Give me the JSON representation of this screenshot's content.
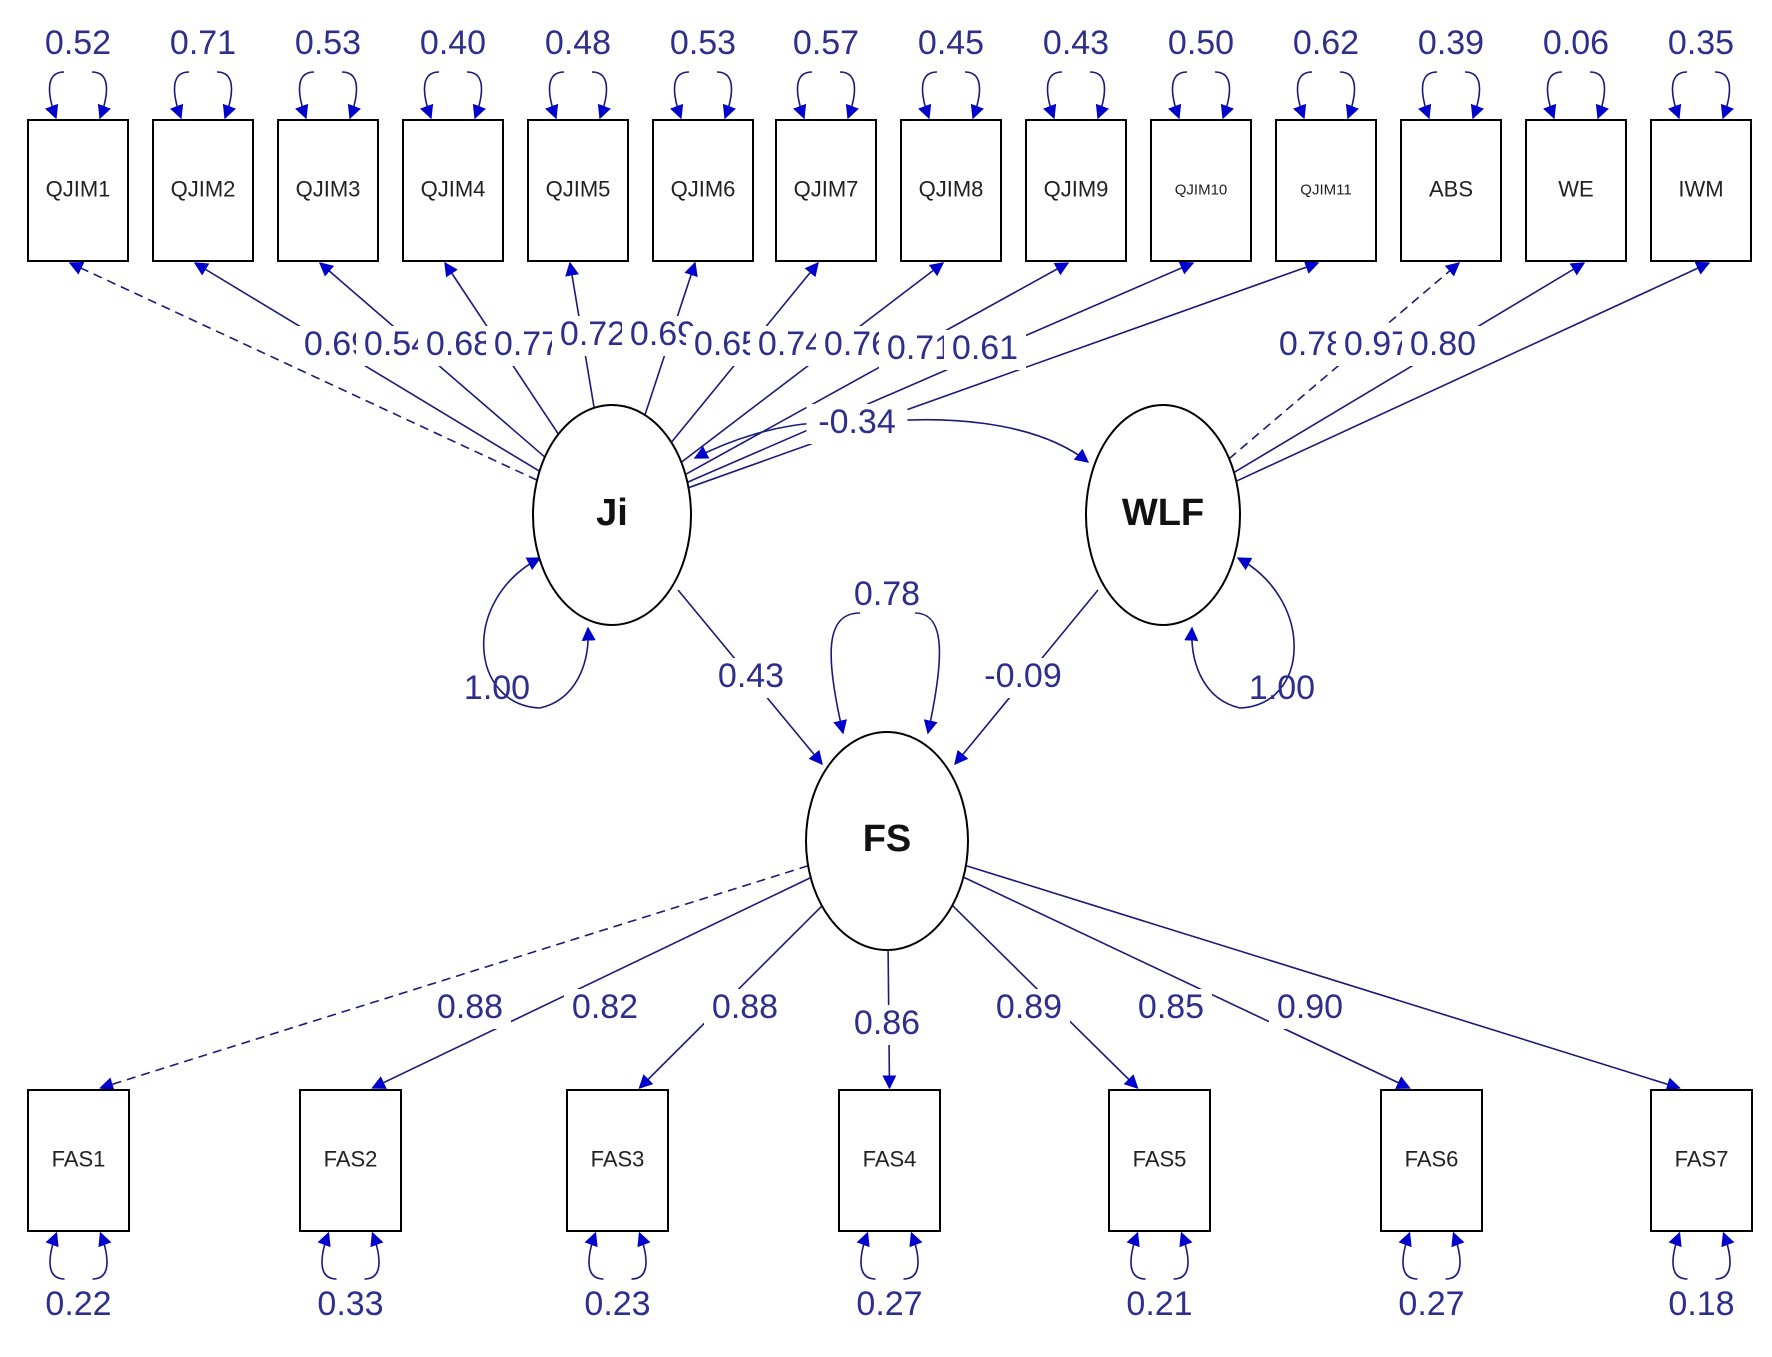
{
  "colors": {
    "arrow_head": "#0000cc",
    "path_line": "#1a1a7a",
    "coef_text": "#2e2e8c",
    "box_stroke": "#000000"
  },
  "latents": [
    {
      "id": "ji",
      "label": "Ji",
      "variance": "1.00"
    },
    {
      "id": "wlf",
      "label": "WLF",
      "variance": "1.00"
    },
    {
      "id": "fs",
      "label": "FS",
      "variance": "0.78"
    }
  ],
  "top_indicators": [
    {
      "label": "QJIM1",
      "error": "0.52",
      "loading": "0.69",
      "factor": "ji",
      "fixed": true
    },
    {
      "label": "QJIM2",
      "error": "0.71",
      "loading": "0.54",
      "factor": "ji",
      "fixed": false
    },
    {
      "label": "QJIM3",
      "error": "0.53",
      "loading": "0.68",
      "factor": "ji",
      "fixed": false
    },
    {
      "label": "QJIM4",
      "error": "0.40",
      "loading": "0.77",
      "factor": "ji",
      "fixed": false
    },
    {
      "label": "QJIM5",
      "error": "0.48",
      "loading": "0.72",
      "factor": "ji",
      "fixed": false
    },
    {
      "label": "QJIM6",
      "error": "0.53",
      "loading": "0.69",
      "factor": "ji",
      "fixed": false
    },
    {
      "label": "QJIM7",
      "error": "0.57",
      "loading": "0.65",
      "factor": "ji",
      "fixed": false
    },
    {
      "label": "QJIM8",
      "error": "0.45",
      "loading": "0.74",
      "factor": "ji",
      "fixed": false
    },
    {
      "label": "QJIM9",
      "error": "0.43",
      "loading": "0.76",
      "factor": "ji",
      "fixed": false
    },
    {
      "label": "QJIM10",
      "error": "0.50",
      "loading": "0.71",
      "factor": "ji",
      "fixed": false
    },
    {
      "label": "QJIM11",
      "error": "0.62",
      "loading": "0.61",
      "factor": "ji",
      "fixed": false
    },
    {
      "label": "ABS",
      "error": "0.39",
      "loading": "0.78",
      "factor": "wlf",
      "fixed": true
    },
    {
      "label": "WE",
      "error": "0.06",
      "loading": "0.97",
      "factor": "wlf",
      "fixed": false
    },
    {
      "label": "IWM",
      "error": "0.35",
      "loading": "0.80",
      "factor": "wlf",
      "fixed": false
    }
  ],
  "bottom_indicators": [
    {
      "label": "FAS1",
      "error": "0.22",
      "loading": "0.88",
      "fixed": true
    },
    {
      "label": "FAS2",
      "error": "0.33",
      "loading": "0.82",
      "fixed": false
    },
    {
      "label": "FAS3",
      "error": "0.23",
      "loading": "0.88",
      "fixed": false
    },
    {
      "label": "FAS4",
      "error": "0.27",
      "loading": "0.86",
      "fixed": false
    },
    {
      "label": "FAS5",
      "error": "0.21",
      "loading": "0.89",
      "fixed": false
    },
    {
      "label": "FAS6",
      "error": "0.27",
      "loading": "0.85",
      "fixed": false
    },
    {
      "label": "FAS7",
      "error": "0.18",
      "loading": "0.90",
      "fixed": false
    }
  ],
  "structural": {
    "ji_wlf_covariance": "-0.34",
    "ji_to_fs": "0.43",
    "wlf_to_fs": "-0.09"
  }
}
